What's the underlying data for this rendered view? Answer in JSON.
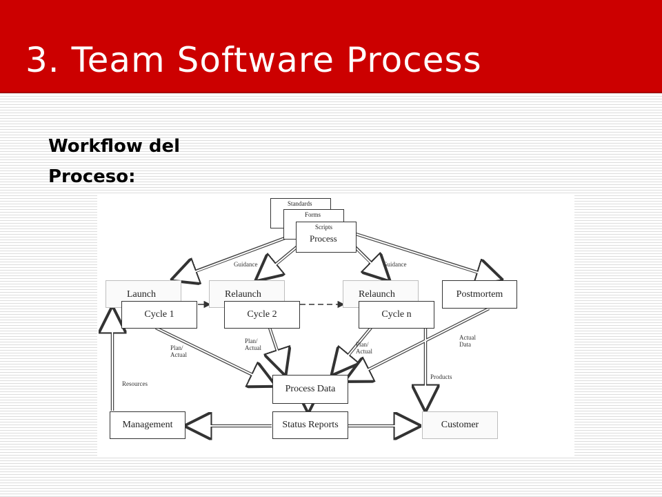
{
  "slide": {
    "title": "3. Team Software Process",
    "subtitle": "Workflow del Proceso:"
  },
  "colors": {
    "title_bar": "#cc0000",
    "title_text": "#ffffff",
    "stripe": "#dcdcdc"
  },
  "diagram": {
    "nodes": {
      "standards": "Standards",
      "forms": "Forms",
      "scripts": "Scripts",
      "process": "Process",
      "launch": "Launch",
      "relaunch_1": "Relaunch",
      "relaunch_2": "Relaunch",
      "postmortem": "Postmortem",
      "cycle_1": "Cycle 1",
      "cycle_2": "Cycle 2",
      "cycle_n": "Cycle n",
      "process_data": "Process Data",
      "management": "Management",
      "status_reports": "Status Reports",
      "customer": "Customer"
    },
    "edge_labels": {
      "guidance_left": "Guidance",
      "guidance_right": "Guidance",
      "plan_actual_1": [
        "Plan/",
        "Actual"
      ],
      "plan_actual_2": [
        "Plan/",
        "Actual"
      ],
      "plan_actual_3": [
        "Plan/",
        "Actual"
      ],
      "actual_data": [
        "Actual",
        "Data"
      ],
      "products": "Products",
      "resources": "Resources"
    }
  }
}
